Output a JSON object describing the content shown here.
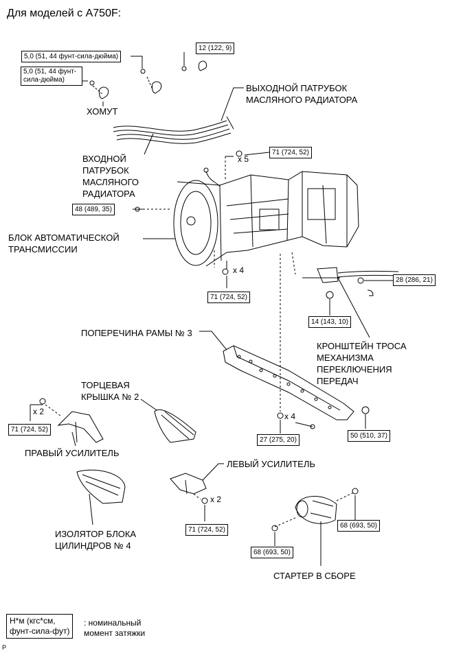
{
  "title": "Для моделей с A750F:",
  "torques": {
    "t_5_0_a": "5,0 (51, 44 фунт-сила-дюйма)",
    "t_5_0_b": "5,0 (51, 44 фунт-сила-дюйма)",
    "t_12": "12 (122, 9)",
    "t_71_top": "71 (724, 52)",
    "t_48": "48 (489, 35)",
    "t_71_mid": "71 (724, 52)",
    "t_28": "28 (286, 21)",
    "t_14": "14 (143, 10)",
    "t_71_left": "71 (724, 52)",
    "t_27": "27 (275, 20)",
    "t_50": "50 (510, 37)",
    "t_71_bottom": "71 (724, 52)",
    "t_68_right": "68 (693, 50)",
    "t_68_left": "68 (693, 50)"
  },
  "multipliers": {
    "x5": "x 5",
    "x4_mid": "x 4",
    "x2_left": "x 2",
    "x4_cross": "x 4",
    "x2_bottom": "x 2"
  },
  "labels": {
    "clamp": "ХОМУТ",
    "outlet_pipe": "ВЫХОДНОЙ ПАТРУБОК\nМАСЛЯНОГО РАДИАТОРА",
    "inlet_pipe": "ВХОДНОЙ\nПАТРУБОК\nМАСЛЯНОГО\nРАДИАТОРА",
    "transmission": "БЛОК АВТОМАТИЧЕСКОЙ\nТРАНСМИССИИ",
    "crossmember": "ПОПЕРЕЧИНА РАМЫ № 3",
    "cable_bracket": "КРОНШТЕЙН ТРОСА\nМЕХАНИЗМА\nПЕРЕКЛЮЧЕНИЯ\nПЕРЕДАЧ",
    "end_cover": "ТОРЦЕВАЯ\nКРЫШКА № 2",
    "right_stiffener": "ПРАВЫЙ УСИЛИТЕЛЬ",
    "left_stiffener": "ЛЕВЫЙ УСИЛИТЕЛЬ",
    "insulator": "ИЗОЛЯТОР БЛОКА\nЦИЛИНДРОВ № 4",
    "starter": "СТАРТЕР В СБОРЕ"
  },
  "legend": {
    "unit": "Н*м (кгс*см,\nфунт-сила-фут)",
    "desc": ": номинальный\nмомент затяжки"
  },
  "corner_code": "P"
}
